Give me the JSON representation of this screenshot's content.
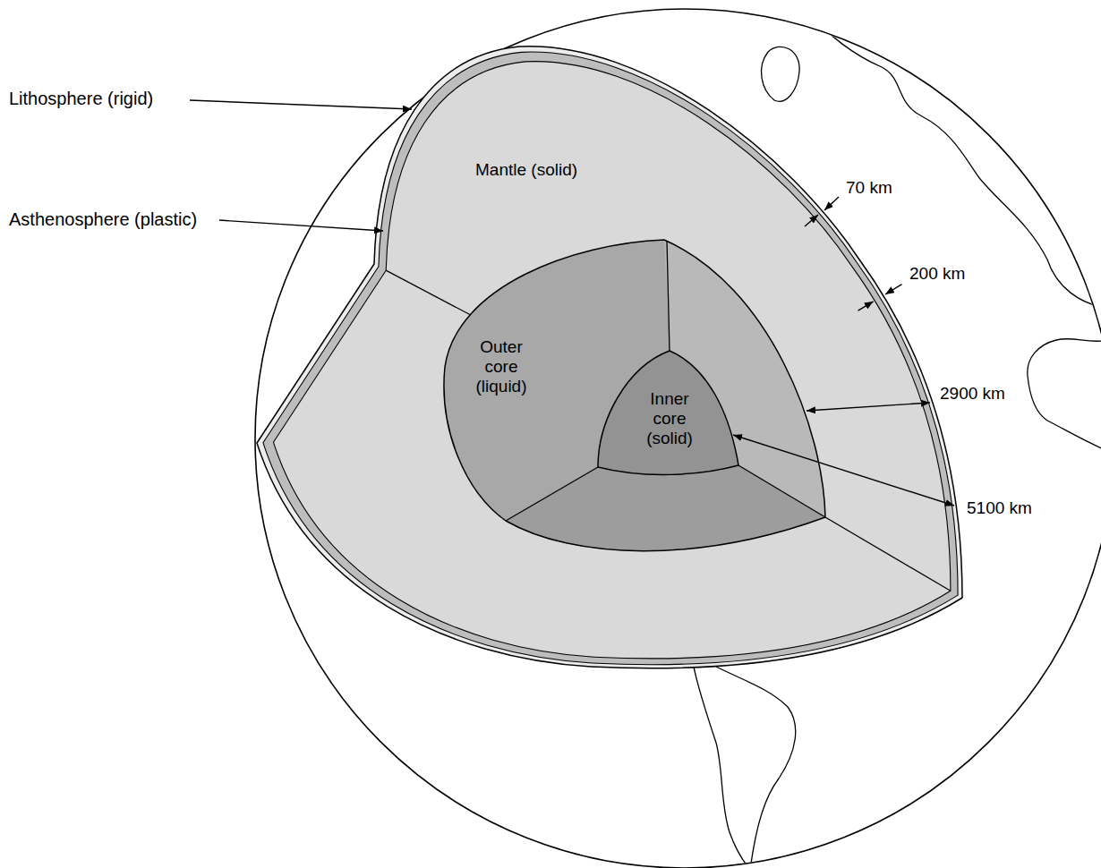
{
  "diagram": {
    "nodes": [
      {
        "text": [
          "Mantle (solid)"
        ]
      },
      {
        "text": [
          "Outer core (liquid)"
        ],
        "in": 0
      },
      {
        "text": [
          "Inner core (solid)"
        ],
        "in": 1
      }
    ],
    "labels": [
      "Lithosphere (rigid)",
      "Asthenosphere (plastic)",
      "70 km",
      "200 km",
      "2900 km",
      "5100 km"
    ]
  }
}
